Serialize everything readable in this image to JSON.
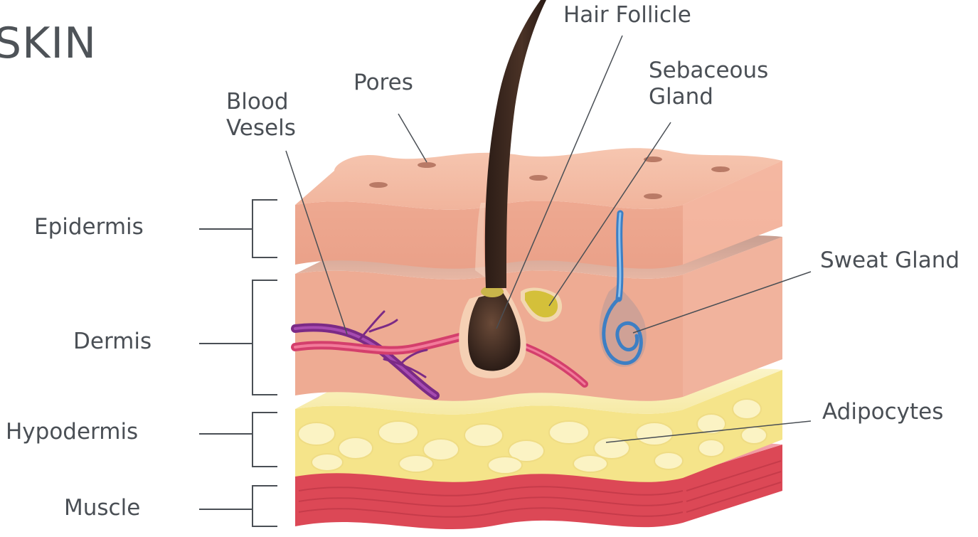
{
  "title": "SKIN",
  "layers": {
    "epidermis": "Epidermis",
    "dermis": "Dermis",
    "hypodermis": "Hypodermis",
    "muscle": "Muscle"
  },
  "structures": {
    "blood_vessels": [
      "Blood",
      "Vesels"
    ],
    "pores": "Pores",
    "hair_follicle": "Hair Follicle",
    "sebaceous_gland": [
      "Sebaceous",
      "Gland"
    ],
    "sweat_gland": "Sweat Gland",
    "adipocytes": "Adipocytes"
  },
  "colors": {
    "epidermis": "#f2b8a0",
    "dermis": "#f0b29a",
    "hypodermis": "#f7ec9e",
    "muscle": "#e4505c",
    "hair": "#3a2820",
    "vein": "#8a2c8e",
    "artery": "#e04a72",
    "sweat_duct": "#4f8fd0",
    "sebum": "#d6c43c",
    "text": "#4a4f55"
  }
}
